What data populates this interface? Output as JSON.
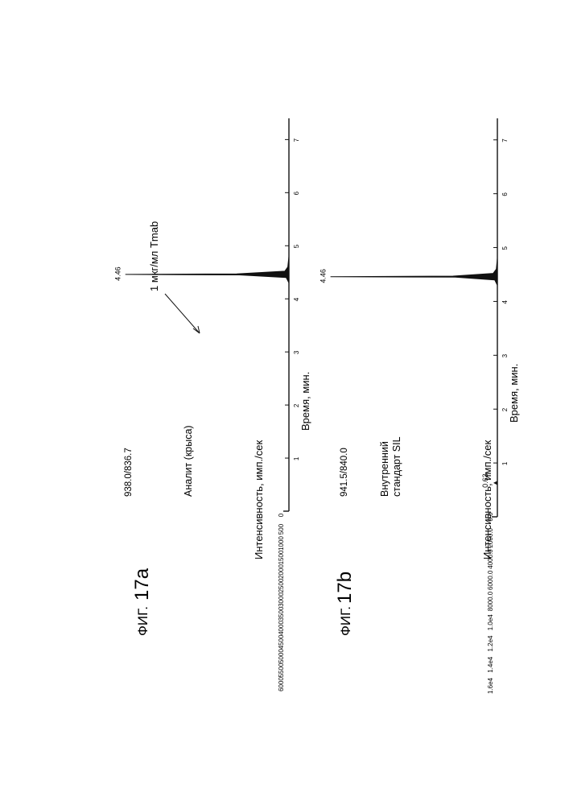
{
  "figures": [
    {
      "fig_prefix": "ФИГ.",
      "fig_number": "17a",
      "ylabel": "Интенсивность, имп./сек",
      "xlabel": "Время, мин.",
      "transition": "938.0/836.7",
      "sample_label": "Аналит (крыса)",
      "annotation": "1 мкг/мл Tmab",
      "peak_label": "4.46",
      "small_peak_label": ""
    },
    {
      "fig_prefix": "ФИГ.",
      "fig_number": "17b",
      "ylabel": "Интенсивность, имп./сек",
      "xlabel": "Время, мин.",
      "transition": "941.5/840.0",
      "sample_label_line1": "Внутренний",
      "sample_label_line2": "стандарт SIL",
      "annotation": "",
      "peak_label": "4.46",
      "small_peak_label": "0.63"
    }
  ],
  "chart_data": [
    {
      "type": "line",
      "title": "938.0/836.7",
      "xlabel": "Время, мин.",
      "ylabel": "Интенсивность, имп./сек",
      "xlim": [
        0,
        7.4
      ],
      "ylim": [
        0,
        6000
      ],
      "x_ticks": [
        "1",
        "2",
        "3",
        "4",
        "5",
        "6",
        "7"
      ],
      "y_ticks": [
        "0",
        "500",
        "1000",
        "1500",
        "2000",
        "2500",
        "3000",
        "3500",
        "4000",
        "4500",
        "5000",
        "5500",
        "6000"
      ],
      "series": [
        {
          "x": [
            0,
            4.3,
            4.4,
            4.45,
            4.46,
            4.47,
            4.52,
            4.6,
            4.8,
            7.4
          ],
          "y": [
            0,
            0,
            100,
            1800,
            5950,
            1900,
            150,
            40,
            0,
            0
          ]
        }
      ],
      "annotations": [
        {
          "text": "4.46",
          "x": 4.46,
          "y": 5950
        },
        {
          "text": "1 мкг/мл Tmab",
          "x": 4.5,
          "y": 3000
        }
      ]
    },
    {
      "type": "line",
      "title": "941.5/840.0",
      "xlabel": "Время, мин.",
      "ylabel": "Интенсивность, имп./сек",
      "xlim": [
        0,
        7.4
      ],
      "ylim": [
        0,
        16000
      ],
      "x_ticks": [
        "1",
        "2",
        "3",
        "4",
        "5",
        "6",
        "7"
      ],
      "y_ticks": [
        "0.0",
        "2000.0",
        "4000.0",
        "6000.0",
        "8000.0",
        "1.0e4",
        "1.2e4",
        "1.4e4",
        "1.6e4"
      ],
      "series": [
        {
          "x": [
            0,
            0.6,
            0.63,
            0.66,
            4.3,
            4.4,
            4.45,
            4.46,
            4.47,
            4.52,
            4.6,
            4.8,
            7.4
          ],
          "y": [
            0,
            0,
            300,
            0,
            0,
            250,
            4000,
            15800,
            4200,
            400,
            100,
            0,
            0
          ]
        }
      ],
      "annotations": [
        {
          "text": "4.46",
          "x": 4.46,
          "y": 15800
        },
        {
          "text": "0.63",
          "x": 0.63,
          "y": 300
        }
      ]
    }
  ]
}
